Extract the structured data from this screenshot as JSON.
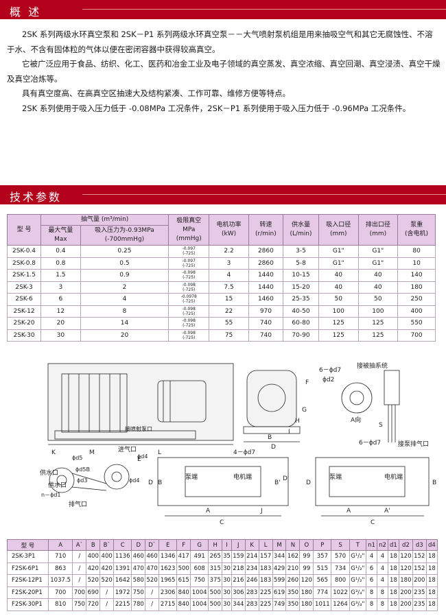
{
  "sections": {
    "overview": "概 述",
    "specs": "技术参数"
  },
  "intro": [
    "2SK 系列两级水环真空泵和 2SK－P1 系列两级水环真空泵－－大气喷射泵机组是用来抽吸空气和其它无腐蚀性、不溶于水、不含有固体粒的气体以便在密闭容器中获得较高真空。",
    "它被广泛应用于食品、纺织、化工、医药和冶金工业及电子领域的真空蒸发、真空浓缩、真空回潮、真空浸渍、真空干燥及真空冶炼等。",
    "具有真空度高、在高真空区抽速大及结构紧凑、工作可靠、维修方便等特点。",
    "2SK 系列使用于吸入压力低于 -0.08MPa 工况条件，2SK－P1 系列使用于吸入压力低于 -0.96MPa 工况条件。"
  ],
  "spec_table": {
    "headers": {
      "model": "型 号",
      "capacity_group": "抽气量 (m³/min)",
      "max": "最大气量\nMax",
      "at_pressure": "吸入压力为-0.93MPa\n(-700mmHg)",
      "vacuum": "极限真空\nMPa\n(mmHg)",
      "power": "电机功率\n(kW)",
      "speed": "转速\n(r/min)",
      "water": "供水量\n(L/min)",
      "inlet": "吸入口径\n(mm)",
      "outlet": "排出口径\n(mm)",
      "weight": "泵重\n(含电机)"
    },
    "rows": [
      {
        "model": "2SK-0.4",
        "max": "0.4",
        "p": "0.25",
        "vac": "-0.097\n(-725)",
        "kw": "2.2",
        "rpm": "2860",
        "water": "3-5",
        "inlet": "G1\"",
        "outlet": "G1\"",
        "weight": "80"
      },
      {
        "model": "2SK-0.8",
        "max": "0.8",
        "p": "0.5",
        "vac": "-0.097\n(-725)",
        "kw": "3",
        "rpm": "2860",
        "water": "5-8",
        "inlet": "G1\"",
        "outlet": "G1\"",
        "weight": "10"
      },
      {
        "model": "2SK-1.5",
        "max": "1.5",
        "p": "0.9",
        "vac": "-0.098\n(-725)",
        "kw": "4",
        "rpm": "1440",
        "water": "10-15",
        "inlet": "40",
        "outlet": "40",
        "weight": "140"
      },
      {
        "model": "2SK-3",
        "max": "3",
        "p": "2",
        "vac": "-0.098\n(-725)",
        "kw": "7.5",
        "rpm": "1440",
        "water": "15-20",
        "inlet": "40",
        "outlet": "40",
        "weight": "180"
      },
      {
        "model": "2SK-6",
        "max": "6",
        "p": "4",
        "vac": "-0.0978\n(-725)",
        "kw": "15",
        "rpm": "1460",
        "water": "25-35",
        "inlet": "50",
        "outlet": "50",
        "weight": "250"
      },
      {
        "model": "2SK-12",
        "max": "12",
        "p": "8",
        "vac": "-0.098\n(-725)",
        "kw": "22",
        "rpm": "970",
        "water": "40-50",
        "inlet": "100",
        "outlet": "100",
        "weight": "400"
      },
      {
        "model": "2SK-20",
        "max": "20",
        "p": "14",
        "vac": "-0.098\n(-725)",
        "kw": "55",
        "rpm": "740",
        "water": "60-80",
        "inlet": "125",
        "outlet": "125",
        "weight": "550"
      },
      {
        "model": "2SK-30",
        "max": "30",
        "p": "20",
        "vac": "-0.098\n(-725)",
        "kw": "75",
        "rpm": "740",
        "water": "70-90",
        "inlet": "125",
        "outlet": "125",
        "weight": "700"
      }
    ]
  },
  "drawing_labels": {
    "k": "K",
    "m": "M",
    "l": "L",
    "e": "E",
    "f": "F",
    "g": "G",
    "h": "H",
    "i": "I",
    "b": "B",
    "d": "D",
    "s": "S",
    "a": "A",
    "c": "C",
    "j": "J",
    "a_prime": "A'",
    "b_prime": "B'",
    "d_prime": "D'",
    "water_supply": "供水口",
    "water_supply2": "供水口",
    "inlet": "进气口",
    "exhaust": "排气口",
    "ejector_inlet": "接喷射泵口",
    "pump_end": "泵端",
    "motor_end": "电机端",
    "pump_end2": "泵端",
    "motor_end2": "电机端",
    "connect_ejector": "接被抽系统",
    "pump_interface": "接泵排气口",
    "a_dir": "A向",
    "d5": "ϕd5",
    "d5b": "ϕd5B",
    "d3": "ϕd3",
    "d4": "ϕd4",
    "d4b": "ϕd4",
    "n_d1": "n－ϕd1",
    "d7a": "4－ϕd7",
    "d7b": "6－ϕd7",
    "d7c": "6－ϕd7",
    "d2": "ϕd2"
  },
  "dim_table": {
    "headers": [
      "型 号",
      "A",
      "A`",
      "B",
      "B`",
      "C",
      "D",
      "D`",
      "E",
      "F",
      "G",
      "H",
      "I",
      "J",
      "K",
      "L",
      "M",
      "N",
      "O",
      "P",
      "S",
      "T",
      "n1",
      "n2",
      "d1",
      "d2",
      "d3",
      "d4"
    ],
    "rows": [
      [
        "2SK-3P1",
        "710",
        "/",
        "400",
        "400",
        "1136",
        "460",
        "460",
        "1346",
        "417",
        "491",
        "265",
        "35",
        "159",
        "214",
        "157",
        "344",
        "162",
        "99",
        "357",
        "570",
        "G¹/₂\"",
        "4",
        "4",
        "18",
        "120",
        "152",
        "18"
      ],
      [
        "F2SK-6P1",
        "863",
        "/",
        "420",
        "420",
        "1391",
        "470",
        "470",
        "1623",
        "500",
        "608",
        "315",
        "30",
        "218",
        "234",
        "183",
        "429",
        "210",
        "99",
        "515",
        "734",
        "G¹/₂\"",
        "6",
        "4",
        "18",
        "120",
        "152",
        "18"
      ],
      [
        "F2SK-12P1",
        "1037.5",
        "/",
        "520",
        "520",
        "1642",
        "580",
        "520",
        "1965",
        "615",
        "750",
        "375",
        "30",
        "216",
        "246",
        "183",
        "599",
        "260",
        "120",
        "565",
        "800",
        "G¹/₂\"",
        "6",
        "4",
        "18",
        "180",
        "200",
        "18"
      ],
      [
        "F2SK-20P1",
        "700",
        "700",
        "690",
        "/",
        "1972",
        "750",
        "/",
        "2306",
        "840",
        "1004",
        "500",
        "30",
        "306",
        "283",
        "225",
        "619",
        "350",
        "180",
        "774",
        "1022",
        "G³/₄\"",
        "8",
        "8",
        "18",
        "200",
        "235",
        "18"
      ],
      [
        "F2SK-30P1",
        "810",
        "750",
        "720",
        "/",
        "2215",
        "780",
        "/",
        "2715",
        "840",
        "1004",
        "500",
        "30",
        "344",
        "283",
        "225",
        "749",
        "350",
        "180",
        "1011",
        "1264",
        "G³/₄\"",
        "8",
        "8",
        "18",
        "200",
        "235",
        "18"
      ]
    ]
  }
}
